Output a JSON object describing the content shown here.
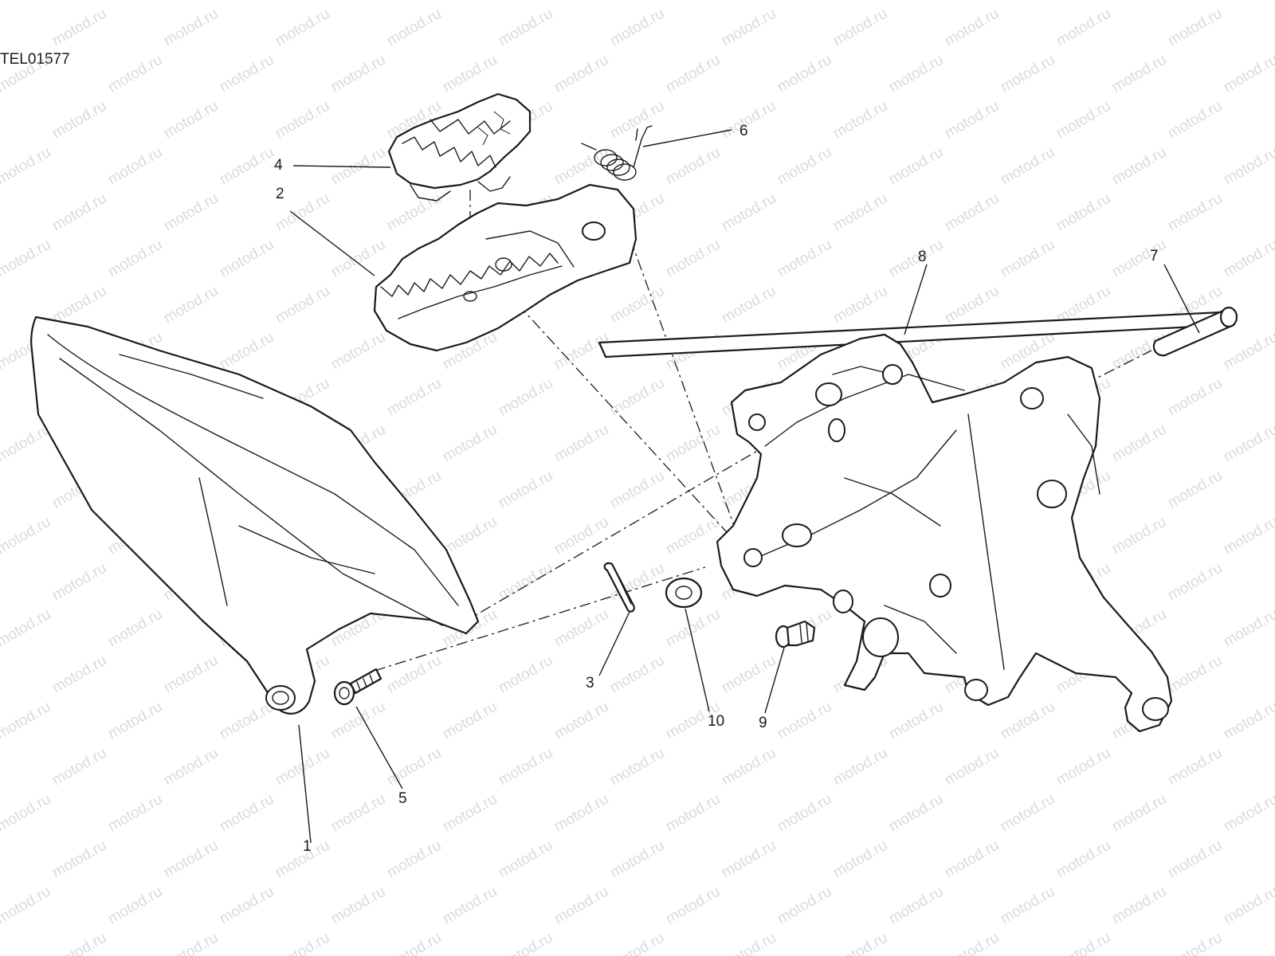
{
  "drawing_code": "TEL01577",
  "watermark": "motod.ru",
  "callouts": [
    "1",
    "2",
    "3",
    "4",
    "5",
    "6",
    "7",
    "8",
    "9",
    "10"
  ],
  "colors": {
    "line": "#1a1a1a",
    "background": "#ffffff",
    "watermark": "#bdbdbd"
  }
}
